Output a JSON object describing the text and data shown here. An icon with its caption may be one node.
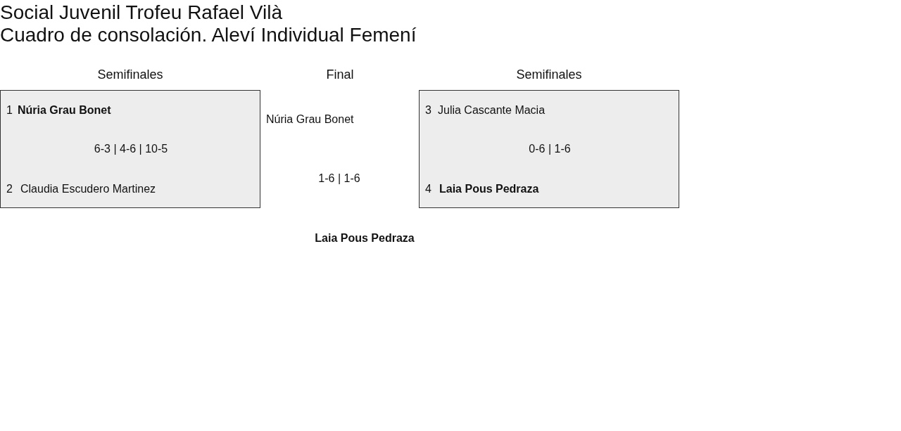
{
  "diagram": {
    "title": "Social Juvenil Trofeu Rafael Vilà",
    "nodes": [
      {
        "text": [
          "1",
          "Núria Grau Bonet",
          "6-3 | 4-6 | 10-5",
          "2",
          "Claudia Escudero Martinez"
        ]
      },
      {
        "text": [
          "3",
          "Julia Cascante Macia",
          "0-6 | 1-6",
          "4",
          "Laia Pous Pedraza"
        ]
      }
    ],
    "labels": [
      "Cuadro de consolación. Aleví Individual Femení",
      "Semifinales",
      "Final",
      "Semifinales",
      "Núria Grau Bonet",
      "1-6 | 1-6",
      "Laia Pous Pedraza"
    ]
  }
}
